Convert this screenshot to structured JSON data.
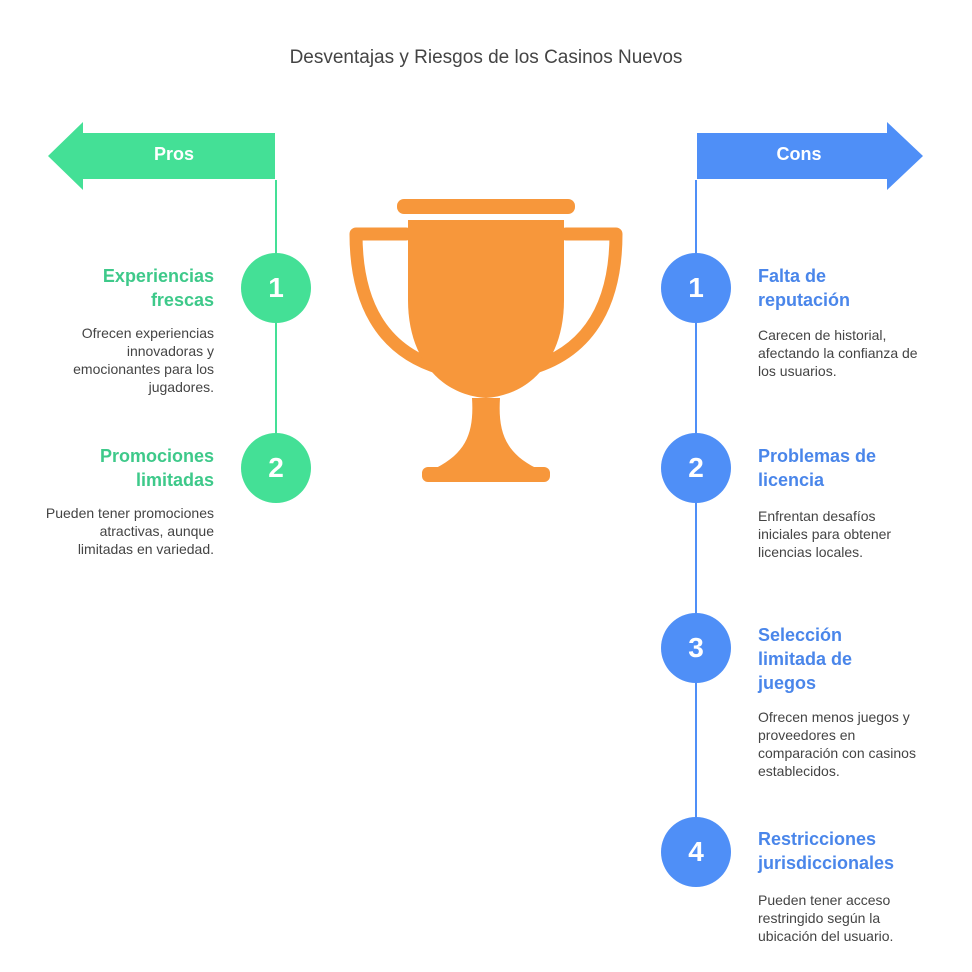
{
  "title": "Desventajas y Riesgos de los Casinos Nuevos",
  "colors": {
    "pros": "#44e096",
    "cons": "#4f8ff7",
    "pros_text": "#3ec98a",
    "cons_text": "#4a86ea",
    "trophy": "#f7973b"
  },
  "icons": {
    "center": "trophy-icon"
  },
  "pros": {
    "label": "Pros",
    "items": [
      {
        "number": "1",
        "heading": "Experiencias frescas",
        "description": "Ofrecen experiencias innovadoras y emocionantes para los jugadores."
      },
      {
        "number": "2",
        "heading": "Promociones limitadas",
        "description": "Pueden tener promociones atractivas, aunque limitadas en variedad."
      }
    ]
  },
  "cons": {
    "label": "Cons",
    "items": [
      {
        "number": "1",
        "heading": "Falta de reputación",
        "description": "Carecen de historial, afectando la confianza de los usuarios."
      },
      {
        "number": "2",
        "heading": "Problemas de licencia",
        "description": "Enfrentan desafíos iniciales para obtener licencias locales."
      },
      {
        "number": "3",
        "heading": "Selección limitada de juegos",
        "description": "Ofrecen menos juegos y proveedores en comparación con casinos establecidos."
      },
      {
        "number": "4",
        "heading": "Restricciones jurisdiccionales",
        "description": "Pueden tener acceso restringido según la ubicación del usuario."
      }
    ]
  }
}
